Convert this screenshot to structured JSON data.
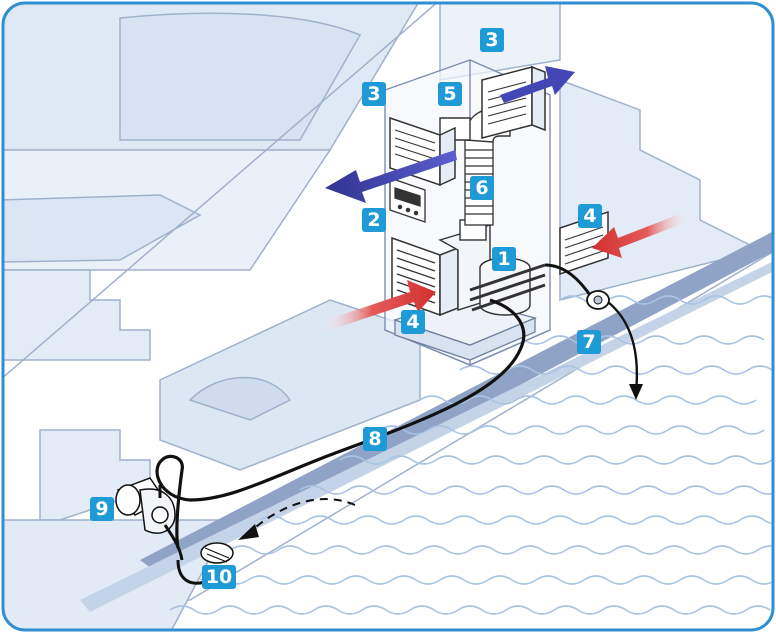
{
  "diagram": {
    "colors": {
      "frame": "#2f8fd0",
      "hull_fill": "#e7eef8",
      "hull_line": "#9fb1cc",
      "water_line": "#a9c3e4",
      "hose": "#111111",
      "cold_air": "#3c3fa3",
      "warm_air": "#d83a3a",
      "badge": "#1e9ad6",
      "badge_text": "#ffffff"
    },
    "labels": {
      "c1": "1",
      "c2": "2",
      "c3a": "3",
      "c3b": "3",
      "c4a": "4",
      "c4b": "4",
      "c5": "5",
      "c6": "6",
      "c7": "7",
      "c8": "8",
      "c9": "9",
      "c10": "10"
    }
  }
}
